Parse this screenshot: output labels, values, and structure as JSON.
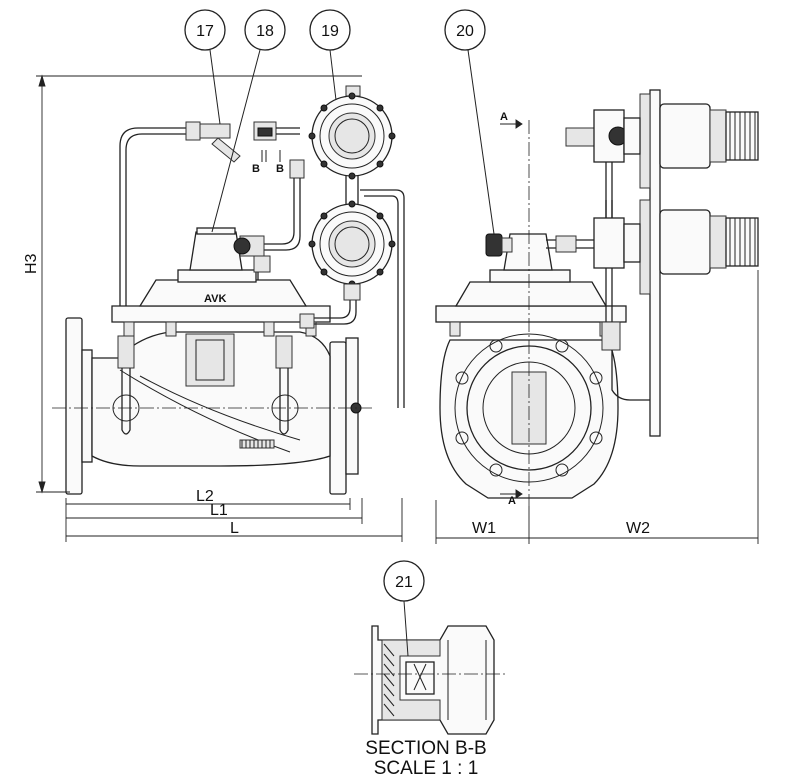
{
  "callouts": [
    "17",
    "18",
    "19",
    "20",
    "21"
  ],
  "labels": {
    "b_left": "B",
    "b_right": "B",
    "a_top": "A",
    "a_bottom": "A",
    "brand": "AVK"
  },
  "dimensions": {
    "h3": "H3",
    "l2": "L2",
    "l1": "L1",
    "l": "L",
    "w1": "W1",
    "w2": "W2"
  },
  "section": {
    "title": "SECTION B-B",
    "scale": "SCALE 1 : 1"
  }
}
